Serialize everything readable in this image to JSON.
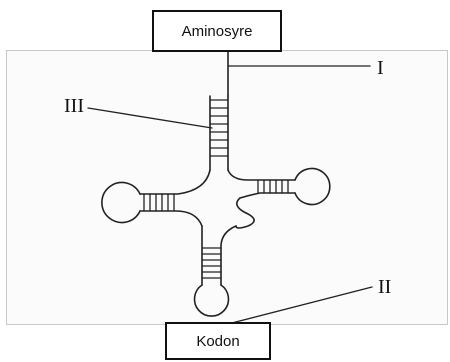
{
  "labels": {
    "top_box": "Aminosyre",
    "bottom_box": "Kodon",
    "marker_1": "I",
    "marker_2": "II",
    "marker_3": "III"
  },
  "colors": {
    "line": "#222222",
    "panel_border": "#c8c8c8",
    "box_border": "#111111"
  }
}
